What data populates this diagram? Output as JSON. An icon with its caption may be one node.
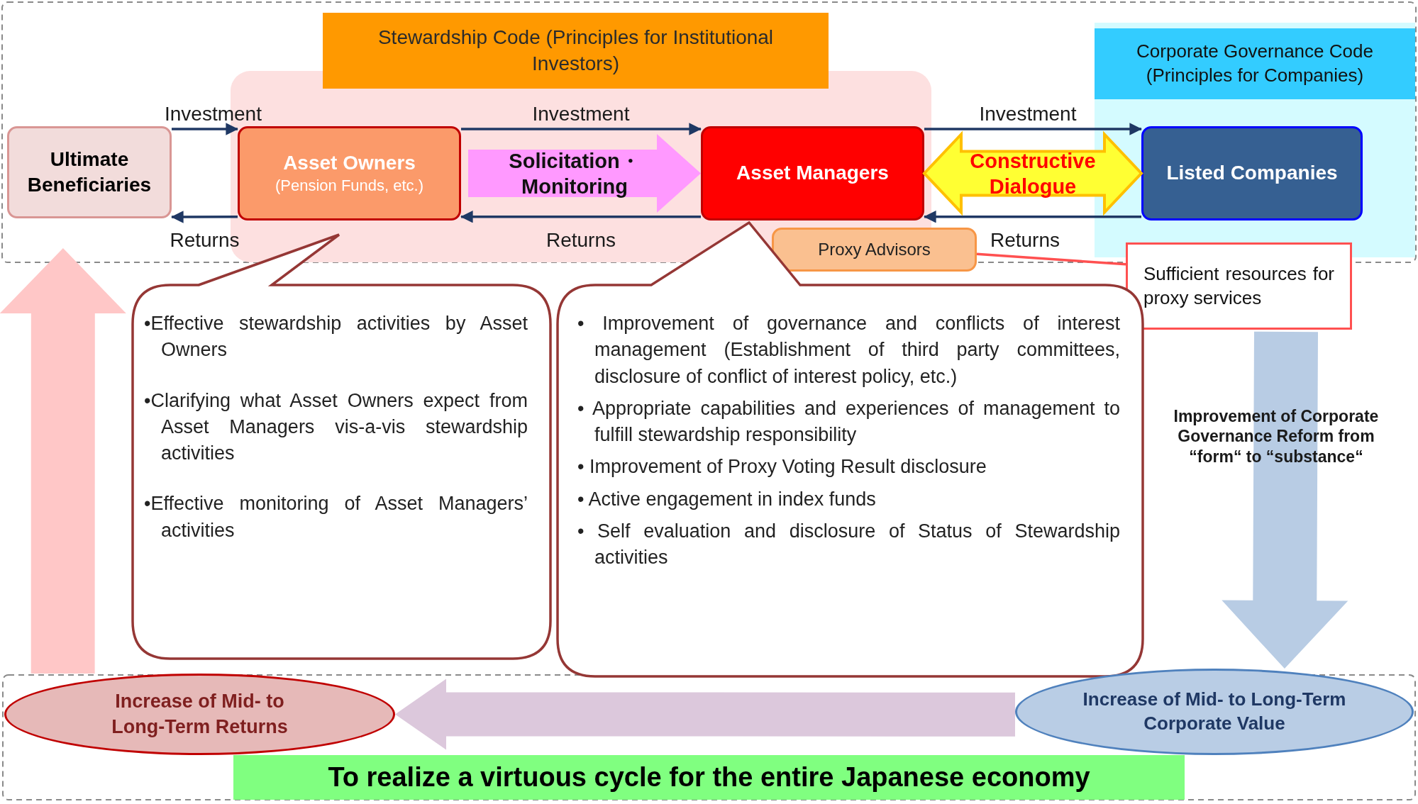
{
  "diagram": {
    "nodes": [
      {
        "text": [
          "Ultimate Beneficiaries"
        ]
      },
      {
        "text": [
          "Stewardship Code (Principles for Institutional Investors)"
        ]
      },
      {
        "text": [
          "Asset Owners",
          "(Pension Funds, etc.)"
        ],
        "in": 1
      },
      {
        "text": [
          "Asset Managers"
        ],
        "in": 1
      },
      {
        "text": [
          "Corporate Governance Code (Principles for Companies)"
        ]
      },
      {
        "text": [
          "Listed Companies"
        ],
        "in": 4
      },
      {
        "text": [
          "Proxy Advisors"
        ]
      },
      {
        "text": [
          "Sufficient resources for proxy services"
        ]
      },
      {
        "text": [
          "•Effective stewardship activities by Asset Owners",
          "•Clarifying what Asset Owners expect from Asset Managers vis-a-vis stewardship activities",
          "•Effective monitoring of Asset Managers’ activities"
        ]
      },
      {
        "text": [
          "• Improvement of governance and conflicts of interest management (Establishment of third party committees, disclosure of conflict of interest policy, etc.)",
          "• Appropriate capabilities and experiences of management to fulfill stewardship responsibility",
          "• Improvement of Proxy Voting Result disclosure",
          "• Active engagement in index funds",
          "• Self evaluation and disclosure of Status of Stewardship activities"
        ]
      },
      {
        "text": [
          "Increase of Mid- to Long-Term Returns"
        ]
      },
      {
        "text": [
          "Increase of Mid- to Long-Term Corporate Value"
        ]
      },
      {
        "text": [
          "To realize a virtuous cycle for the entire Japanese economy"
        ]
      }
    ],
    "edges": [
      {
        "from": 0,
        "to": 2,
        "arrow": "to",
        "label": "Investment"
      },
      {
        "from": 2,
        "to": 0,
        "arrow": "to",
        "label": "Returns"
      },
      {
        "from": 2,
        "to": 3,
        "arrow": "to",
        "label": "Investment"
      },
      {
        "from": 3,
        "to": 2,
        "arrow": "to",
        "label": "Returns"
      },
      {
        "from": 3,
        "to": 5,
        "arrow": "to",
        "label": "Investment"
      },
      {
        "from": 5,
        "to": 3,
        "arrow": "to",
        "label": "Returns"
      },
      {
        "from": 2,
        "to": 3,
        "arrow": "to",
        "label": "Solicitation・Monitoring",
        "style": "thick",
        "color": "#ff99ff"
      },
      {
        "from": 3,
        "to": 5,
        "arrow": "both",
        "label": "Constructive Dialogue",
        "style": "thick",
        "color": "#ffff33"
      },
      {
        "from": 7,
        "to": 6,
        "arrow": "none",
        "color": "#ff5050"
      },
      {
        "from": null,
        "to": 11,
        "arrow": "to",
        "label": "Improvement of Corporate Governance Reform from “form“ to “substance“",
        "style": "thick",
        "color": "#b8cce4"
      },
      {
        "from": 11,
        "to": 10,
        "arrow": "to",
        "style": "thick",
        "color": "#dcc8dc"
      },
      {
        "from": 10,
        "to": 0,
        "arrow": "to",
        "style": "thick",
        "color": "#ffc7c7"
      }
    ]
  }
}
